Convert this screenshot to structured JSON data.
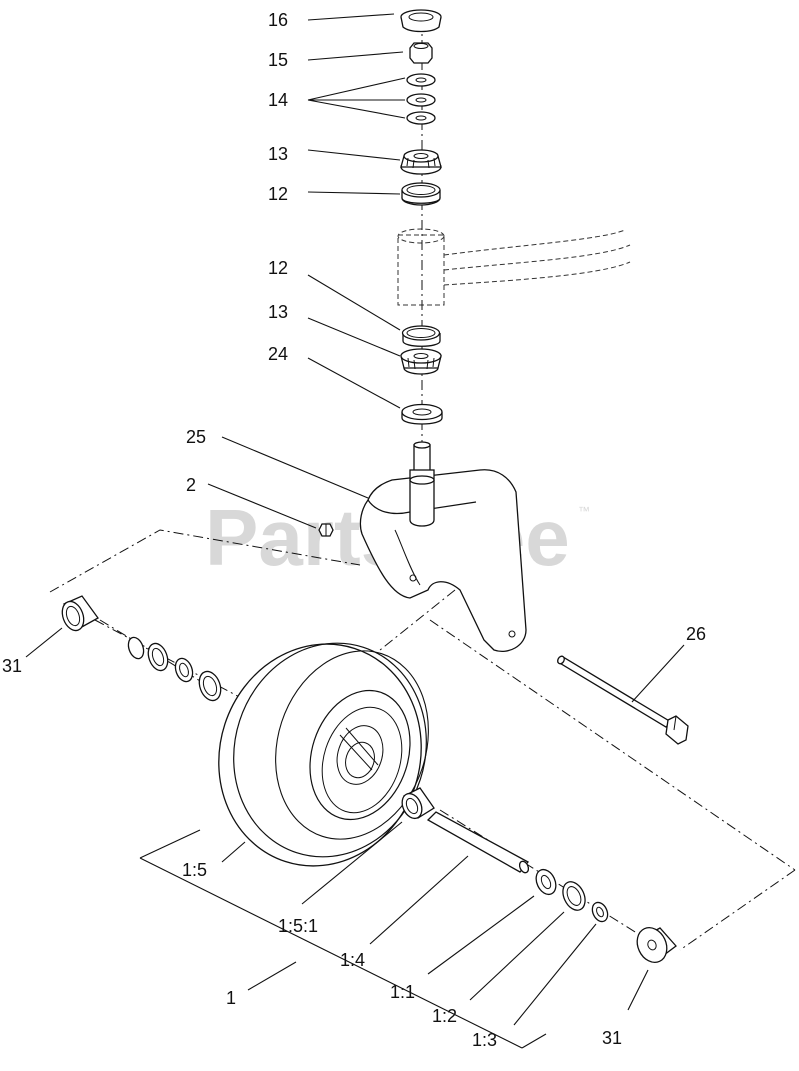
{
  "watermark": {
    "text": "PartsTree",
    "trademark": "™"
  },
  "callouts": {
    "c16": "16",
    "c15": "15",
    "c14": "14",
    "c13a": "13",
    "c12a": "12",
    "c12b": "12",
    "c13b": "13",
    "c24": "24",
    "c25": "25",
    "c2": "2",
    "c31a": "31",
    "c26": "26",
    "c1_5": "1:5",
    "c1_5_1": "1:5:1",
    "c1_4": "1:4",
    "c1_1": "1:1",
    "c1": "1",
    "c1_2": "1:2",
    "c1_3": "1:3",
    "c31b": "31"
  }
}
